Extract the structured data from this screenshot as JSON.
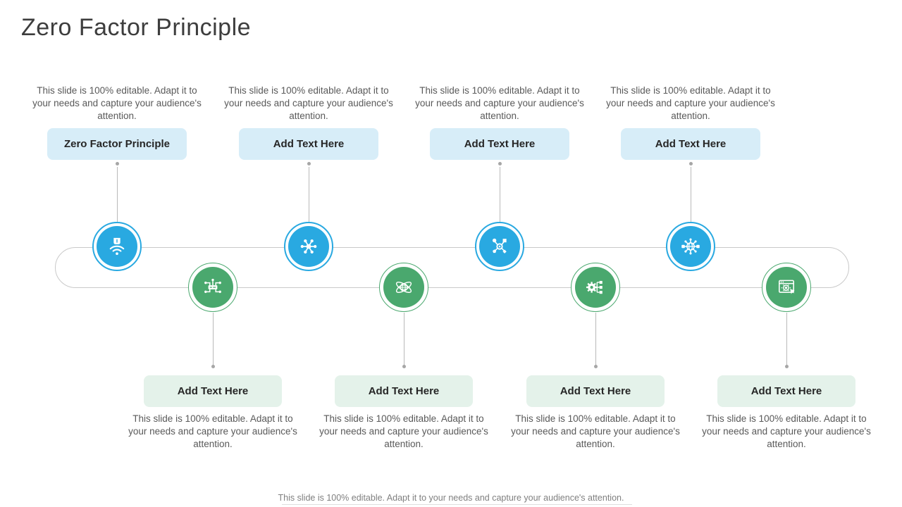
{
  "slide": {
    "title": "Zero Factor Principle",
    "footer_note": "This slide is 100% editable. Adapt it to your needs and capture your audience's attention."
  },
  "top_items": [
    {
      "label": "Zero Factor Principle",
      "description": "This slide is 100% editable. Adapt it to your needs and capture your audience's attention.",
      "icon": "smart-wifi-icon",
      "circle_color": "#29a9e1"
    },
    {
      "label": "Add Text Here",
      "description": "This slide is 100% editable. Adapt it to your needs and capture your audience's attention.",
      "icon": "hub-spoke-icon",
      "circle_color": "#29a9e1"
    },
    {
      "label": "Add Text Here",
      "description": "This slide is 100% editable. Adapt it to your needs and capture your audience's attention.",
      "icon": "workflow-icon",
      "circle_color": "#29a9e1"
    },
    {
      "label": "Add Text Here",
      "description": "This slide is 100% editable. Adapt it to your needs and capture your audience's attention.",
      "icon": "global-network-icon",
      "circle_color": "#29a9e1"
    }
  ],
  "bottom_items": [
    {
      "label": "Add Text Here",
      "description": "This slide is 100% editable. Adapt it to your needs and capture your audience's attention.",
      "icon": "network-device-icon",
      "circle_color": "#4aa86e"
    },
    {
      "label": "Add Text Here",
      "description": "This slide is 100% editable. Adapt it to your needs and capture your audience's attention.",
      "icon": "atom-icon",
      "circle_color": "#4aa86e"
    },
    {
      "label": "Add Text Here",
      "description": "This slide is 100% editable. Adapt it to your needs and capture your audience's attention.",
      "icon": "gear-checklist-icon",
      "circle_color": "#4aa86e"
    },
    {
      "label": "Add Text Here",
      "description": "This slide is 100% editable. Adapt it to your needs and capture your audience's attention.",
      "icon": "web-search-icon",
      "circle_color": "#4aa86e"
    }
  ],
  "colors": {
    "accent_blue": "#29a9e1",
    "accent_green": "#4aa86e",
    "light_blue_box": "#d7edf8",
    "light_green_box": "#e4f2ea",
    "timeline_gray": "#c9c9c9"
  }
}
